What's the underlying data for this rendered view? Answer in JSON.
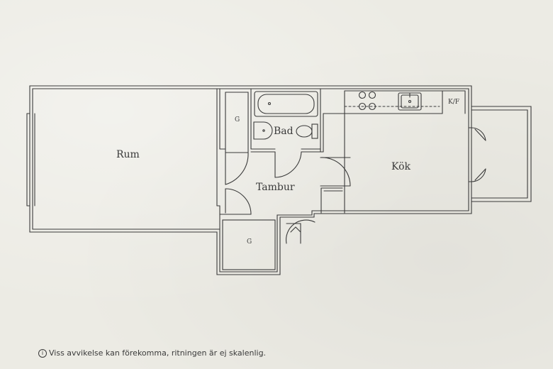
{
  "rooms": {
    "rum": "Rum",
    "bad": "Bad",
    "kok": "Kök",
    "tambur": "Tambur",
    "garderob_upper": "G",
    "garderob_lower": "G",
    "kyl_frys": "K/F"
  },
  "footnote": {
    "icon": "info-icon",
    "icon_glyph": "i",
    "text": "Viss avvikelse kan förekomma, ritningen är ej skalenlig."
  },
  "colors": {
    "paper": "#ecebe4",
    "ink": "#3a3a3a"
  }
}
